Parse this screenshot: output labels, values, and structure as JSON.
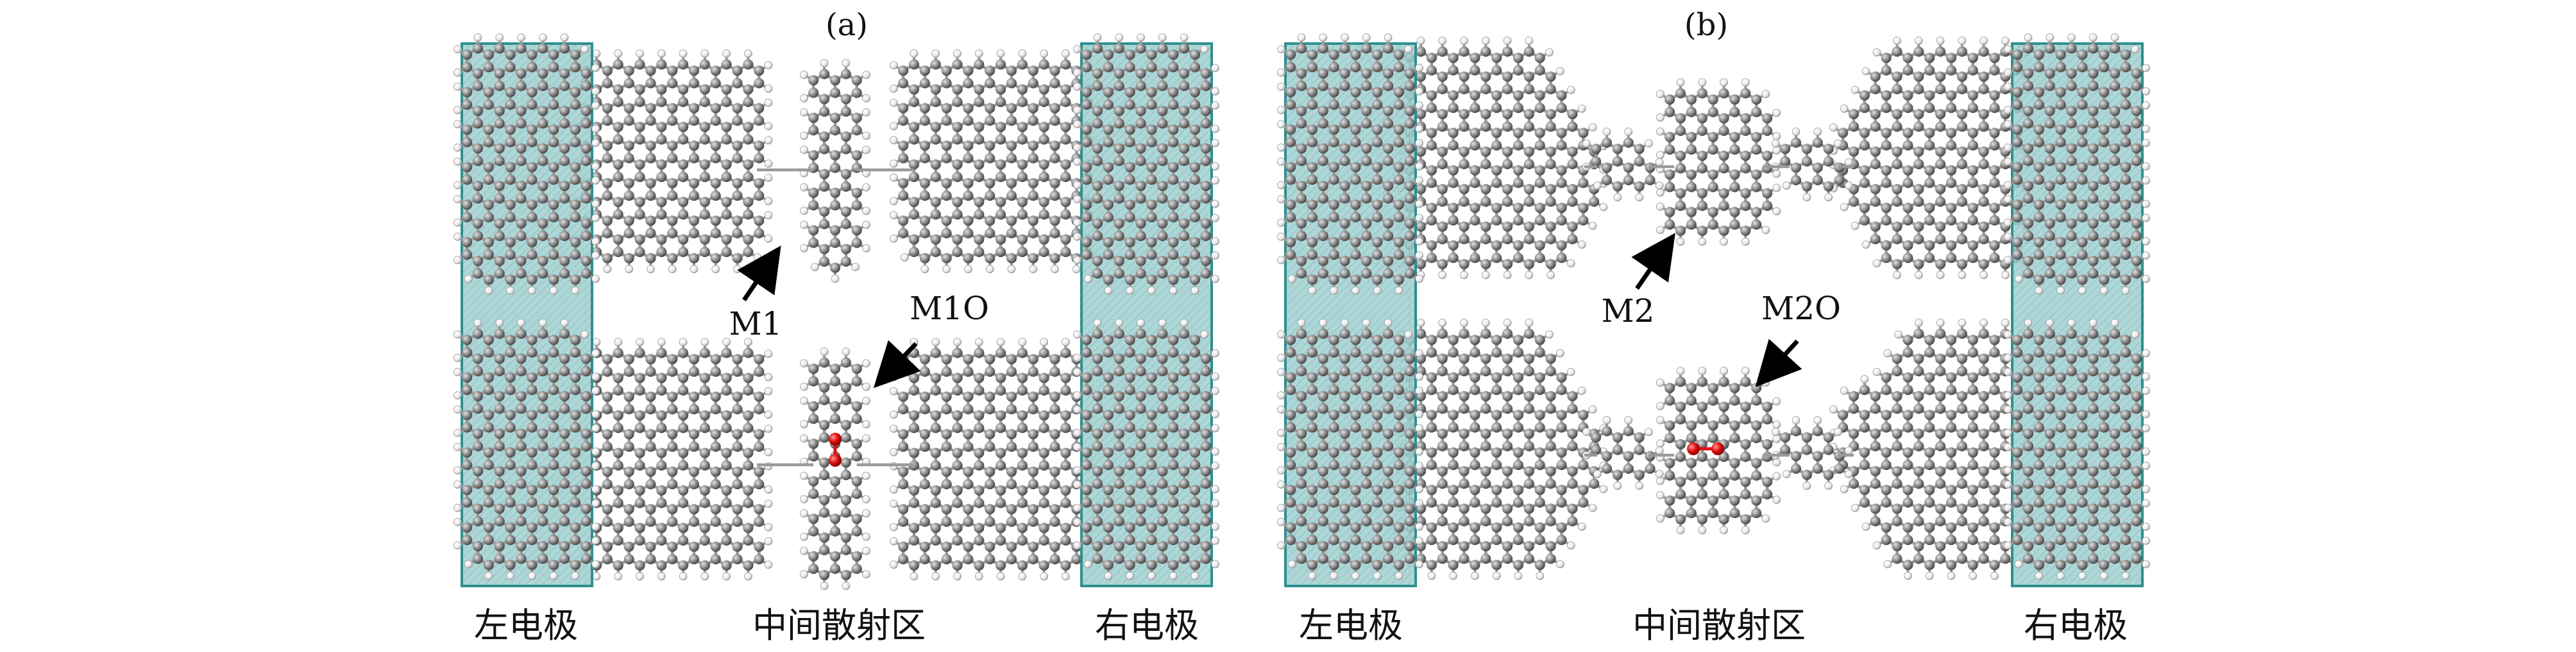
{
  "panels": [
    {
      "id": "a",
      "label": "(a)",
      "left_electrode_label": "左电极",
      "center_label": "中间散射区",
      "right_electrode_label": "右电极",
      "top_structure_label": "M1",
      "bottom_structure_label": "M1O"
    },
    {
      "id": "b",
      "label": "(b)",
      "left_electrode_label": "左电极",
      "center_label": "中间散射区",
      "right_electrode_label": "右电极",
      "top_structure_label": "M2",
      "bottom_structure_label": "M2O"
    }
  ],
  "colors": {
    "electrode_fill": "#9fcfd0",
    "electrode_border": "#2f8f8f",
    "carbon_atom": "#8e8e8e",
    "hydrogen_atom": "#f2f2f2",
    "oxygen_atom": "#e01010",
    "bond": "#9a9a9a",
    "arrow": "#000000"
  }
}
